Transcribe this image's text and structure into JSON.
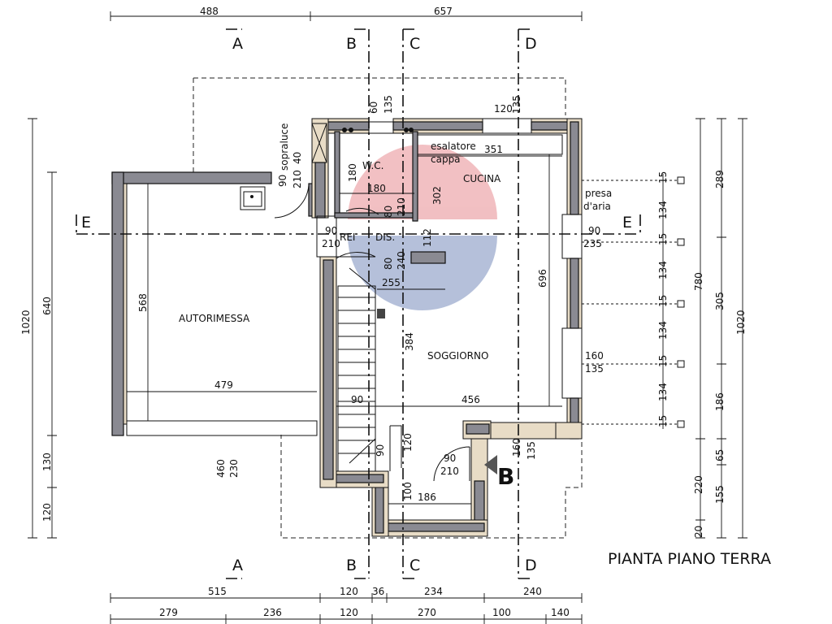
{
  "title": "PIANTA PIANO TERRA",
  "rooms": {
    "garage": "AUTORIMESSA",
    "living": "SOGGIORNO",
    "kitchen": "CUCINA",
    "wc": "W.C.",
    "dis": "DIS.",
    "rei": "REI"
  },
  "notes": {
    "sopraluce": "sopraluce",
    "esalatore": "esalatore",
    "cappa": "cappa",
    "presa": "presa",
    "daria": "d'aria"
  },
  "sections": {
    "a": "A",
    "b": "B",
    "c": "C",
    "d": "D",
    "e": "E",
    "entrance": "B"
  },
  "dims_top": [
    "488",
    "657"
  ],
  "dims_bottom_1": [
    "515",
    "120",
    "36",
    "234",
    "240"
  ],
  "dims_bottom_2": [
    "279",
    "236",
    "120",
    "270",
    "100",
    "140"
  ],
  "dims_left": [
    "1020",
    "640",
    "130",
    "120"
  ],
  "dims_right_a": [
    "15",
    "134",
    "15",
    "134",
    "15",
    "134",
    "15",
    "134",
    "15"
  ],
  "dims_right_b": [
    "780",
    "220",
    "20"
  ],
  "dims_right_c": [
    "289",
    "305",
    "186",
    "65",
    "155"
  ],
  "dims_right_d": "1020",
  "inner": {
    "d568": "568",
    "d479": "479",
    "d460": "460",
    "d230": "230",
    "d90a": "90",
    "d210a": "210",
    "d40": "40",
    "d60": "60",
    "d135a": "135",
    "d120a": "120",
    "d135b": "135",
    "d180a": "180",
    "d180b": "180",
    "d351": "351",
    "d302": "302",
    "d80a": "80",
    "d210b": "210",
    "d90b": "90",
    "d210c": "210",
    "d112": "112",
    "d80b": "80",
    "d240": "240",
    "d255": "255",
    "d696": "696",
    "d384": "384",
    "d90c": "90",
    "d235": "235",
    "d160a": "160",
    "d135c": "135",
    "d90d": "90",
    "d456": "456",
    "d120b": "120",
    "d90e": "90",
    "d100": "100",
    "d186": "186",
    "d90f": "90",
    "d210d": "210",
    "d160b": "160",
    "d135d": "135"
  }
}
